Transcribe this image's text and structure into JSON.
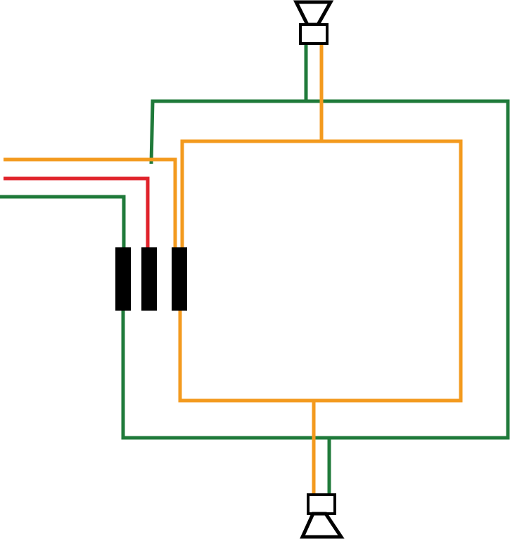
{
  "diagram": {
    "wire_colors": {
      "orange": "#f39a1e",
      "red": "#e0232b",
      "green": "#1f7a3a",
      "terminal": "#000000",
      "speaker_stroke": "#000000",
      "background": "#ffffff"
    },
    "input_wires": [
      "orange",
      "red",
      "green"
    ],
    "terminal_count": 3,
    "speaker_count": 2,
    "icons": [
      "speaker-icon",
      "speaker-icon"
    ]
  }
}
